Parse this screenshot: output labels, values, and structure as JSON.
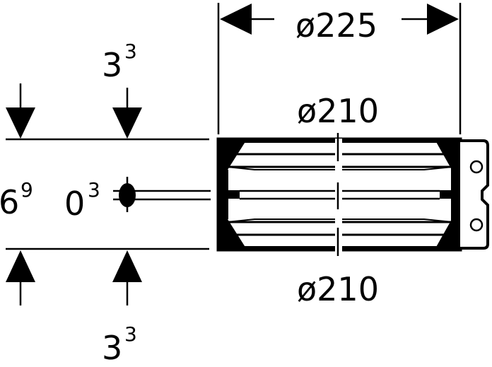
{
  "dimensions": {
    "outer_diameter": "ø225",
    "inner_diameter_top": "ø210",
    "inner_diameter_bottom": "ø210",
    "top_offset": {
      "base": "3",
      "sup": "3"
    },
    "bottom_offset": {
      "base": "3",
      "sup": "3"
    },
    "height": {
      "base": "6",
      "sup": "9"
    },
    "center_offset": {
      "base": "0",
      "sup": "3"
    }
  },
  "colors": {
    "ink": "#000000",
    "paper": "#ffffff"
  }
}
